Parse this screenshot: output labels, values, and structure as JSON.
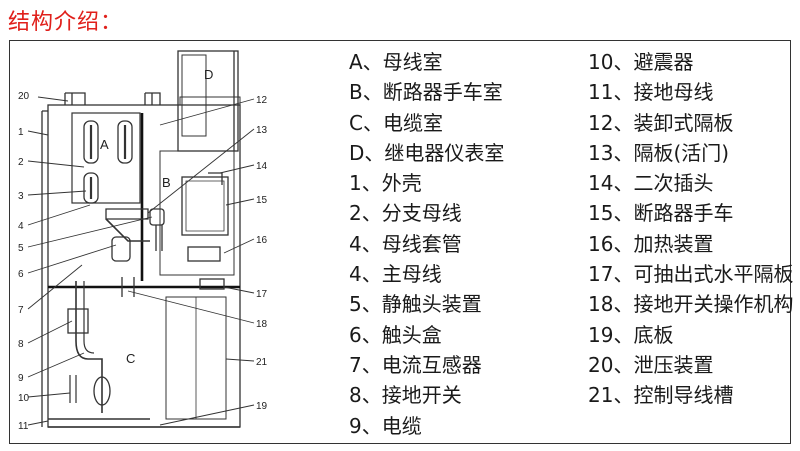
{
  "title": "结构介绍：",
  "diagram": {
    "callouts": [
      "20",
      "12",
      "1",
      "13",
      "2",
      "14",
      "3",
      "15",
      "4",
      "16",
      "5",
      "6",
      "17",
      "7",
      "18",
      "8",
      "21",
      "9",
      "10",
      "19",
      "11"
    ],
    "zones": [
      "A",
      "B",
      "C",
      "D"
    ]
  },
  "legend": {
    "col1": [
      "A、母线室",
      "B、断路器手车室",
      "C、电缆室",
      "D、继电器仪表室",
      "1、外壳",
      "2、分支母线",
      "4、母线套管",
      "4、主母线",
      "5、静触头装置",
      "6、触头盒",
      "7、电流互感器",
      "8、接地开关",
      "9、电缆"
    ],
    "col2": [
      "10、避震器",
      "11、接地母线",
      "12、装卸式隔板",
      "13、隔板(活门)",
      "14、二次插头",
      "15、断路器手车",
      "16、加热装置",
      "17、可抽出式水平隔板",
      "18、接地开关操作机构",
      "19、底板",
      "20、泄压装置",
      "21、控制导线槽"
    ]
  }
}
